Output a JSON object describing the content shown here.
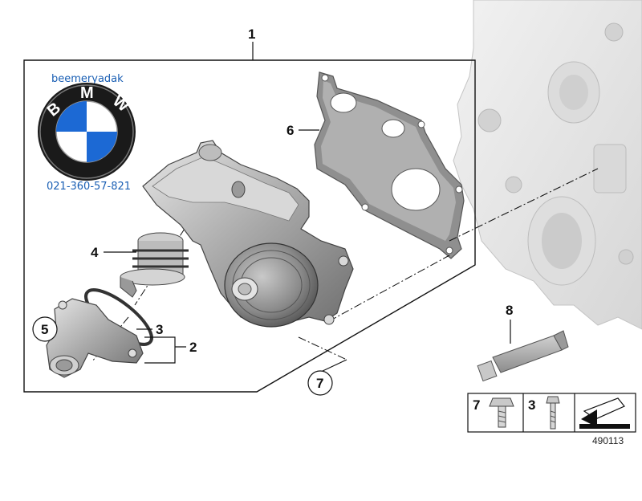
{
  "watermark": {
    "name": "beemeryadak",
    "phone": "021-360-57-821"
  },
  "logo": {
    "letters": [
      "B",
      "M",
      "W"
    ],
    "colors": {
      "blue": "#1c69d4",
      "white": "#ffffff",
      "ring": "#111111"
    }
  },
  "callouts": {
    "c1": "1",
    "c2": "2",
    "c3": "3",
    "c4": "4",
    "c5": "5",
    "c6": "6",
    "c7": "7",
    "c8": "8"
  },
  "legend": {
    "item7": "7",
    "item3": "3"
  },
  "diagram_number": "490113",
  "parts": [
    {
      "id": "1",
      "icon": "water-pump-icon"
    },
    {
      "id": "2",
      "icon": "thermostat-housing-icon"
    },
    {
      "id": "3",
      "icon": "gasket-ring-icon"
    },
    {
      "id": "4",
      "icon": "thermostat-icon"
    },
    {
      "id": "5",
      "icon": "housing-cover-icon"
    },
    {
      "id": "6",
      "icon": "pump-gasket-icon"
    },
    {
      "id": "7",
      "icon": "flange-bolt-icon"
    },
    {
      "id": "8",
      "icon": "sealant-tube-icon"
    }
  ]
}
